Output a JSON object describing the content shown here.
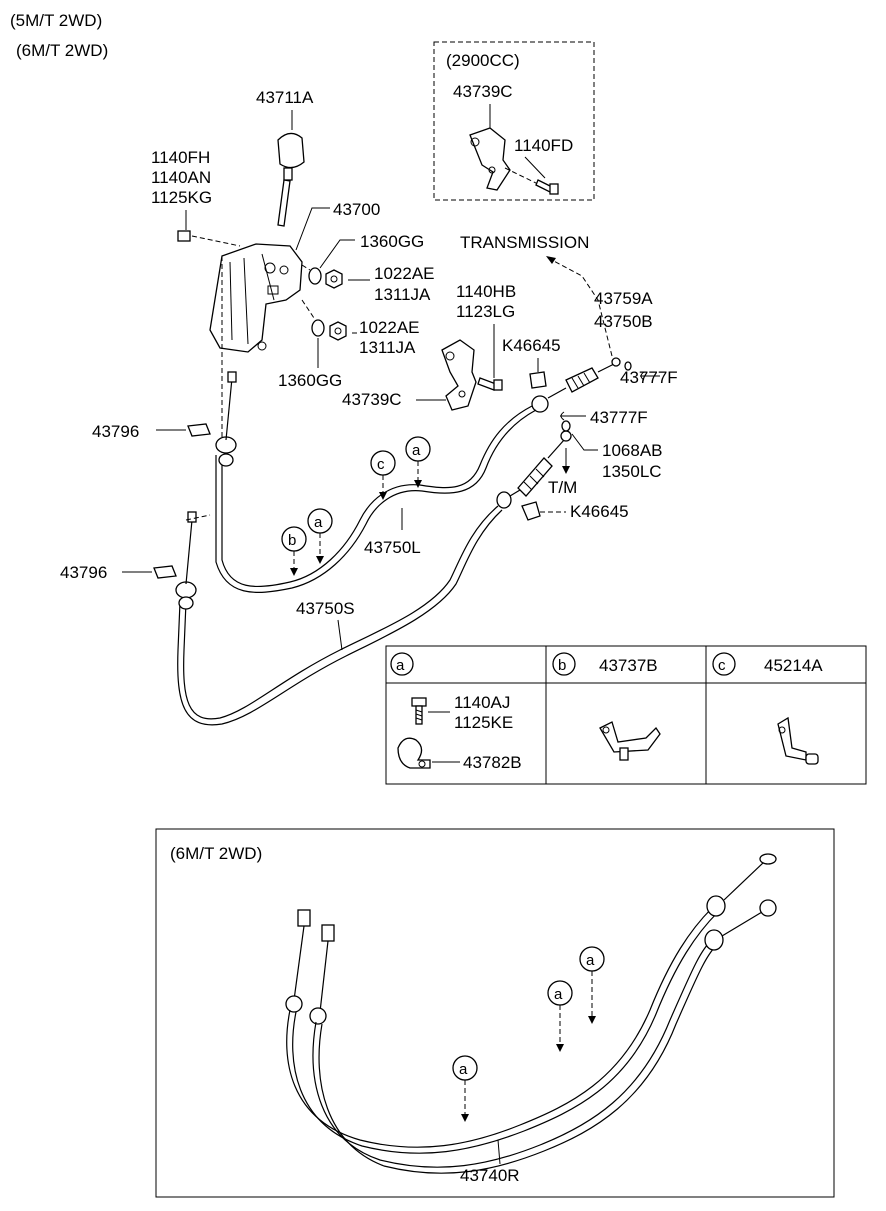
{
  "headers": {
    "variant_5mt": "(5M/T 2WD)",
    "variant_6mt": "(6M/T 2WD)",
    "engine_box": "(2900CC)",
    "bottom_box": "(6M/T 2WD)"
  },
  "callouts": {
    "knob": "43711A",
    "bolts_top": [
      "1140FH",
      "1140AN",
      "1125KG"
    ],
    "lever_assy": "43700",
    "washer_upper": "1360GG",
    "nut_upper": [
      "1022AE",
      "1311JA"
    ],
    "nut_lower": [
      "1022AE",
      "1311JA"
    ],
    "washer_lower": "1360GG",
    "bracket_engine": "43739C",
    "bolt_engine": "1140FD",
    "transmission": "TRANSMISSION",
    "cable_end": [
      "43759A",
      "43750B"
    ],
    "bolt_mid": [
      "1140HB",
      "1123LG"
    ],
    "clip_upper": "K46645",
    "bracket_mid": "43739C",
    "pin_upper": "43777F",
    "pin_lower": "43777F",
    "washer_tm": [
      "1068AB",
      "1350LC"
    ],
    "tm": "T/M",
    "clip_lower": "K46645",
    "clip_left_upper": "43796",
    "clip_left_lower": "43796",
    "cable_long": "43750L",
    "cable_short": "43750S",
    "cable_6mt": "43740R"
  },
  "markers": {
    "a": "a",
    "b": "b",
    "c": "c"
  },
  "legend_table": {
    "col_a": {
      "letter": "a",
      "parts": [
        "1140AJ",
        "1125KE"
      ],
      "clamp": "43782B"
    },
    "col_b": {
      "letter": "b",
      "part": "43737B"
    },
    "col_c": {
      "letter": "c",
      "part": "45214A"
    }
  }
}
